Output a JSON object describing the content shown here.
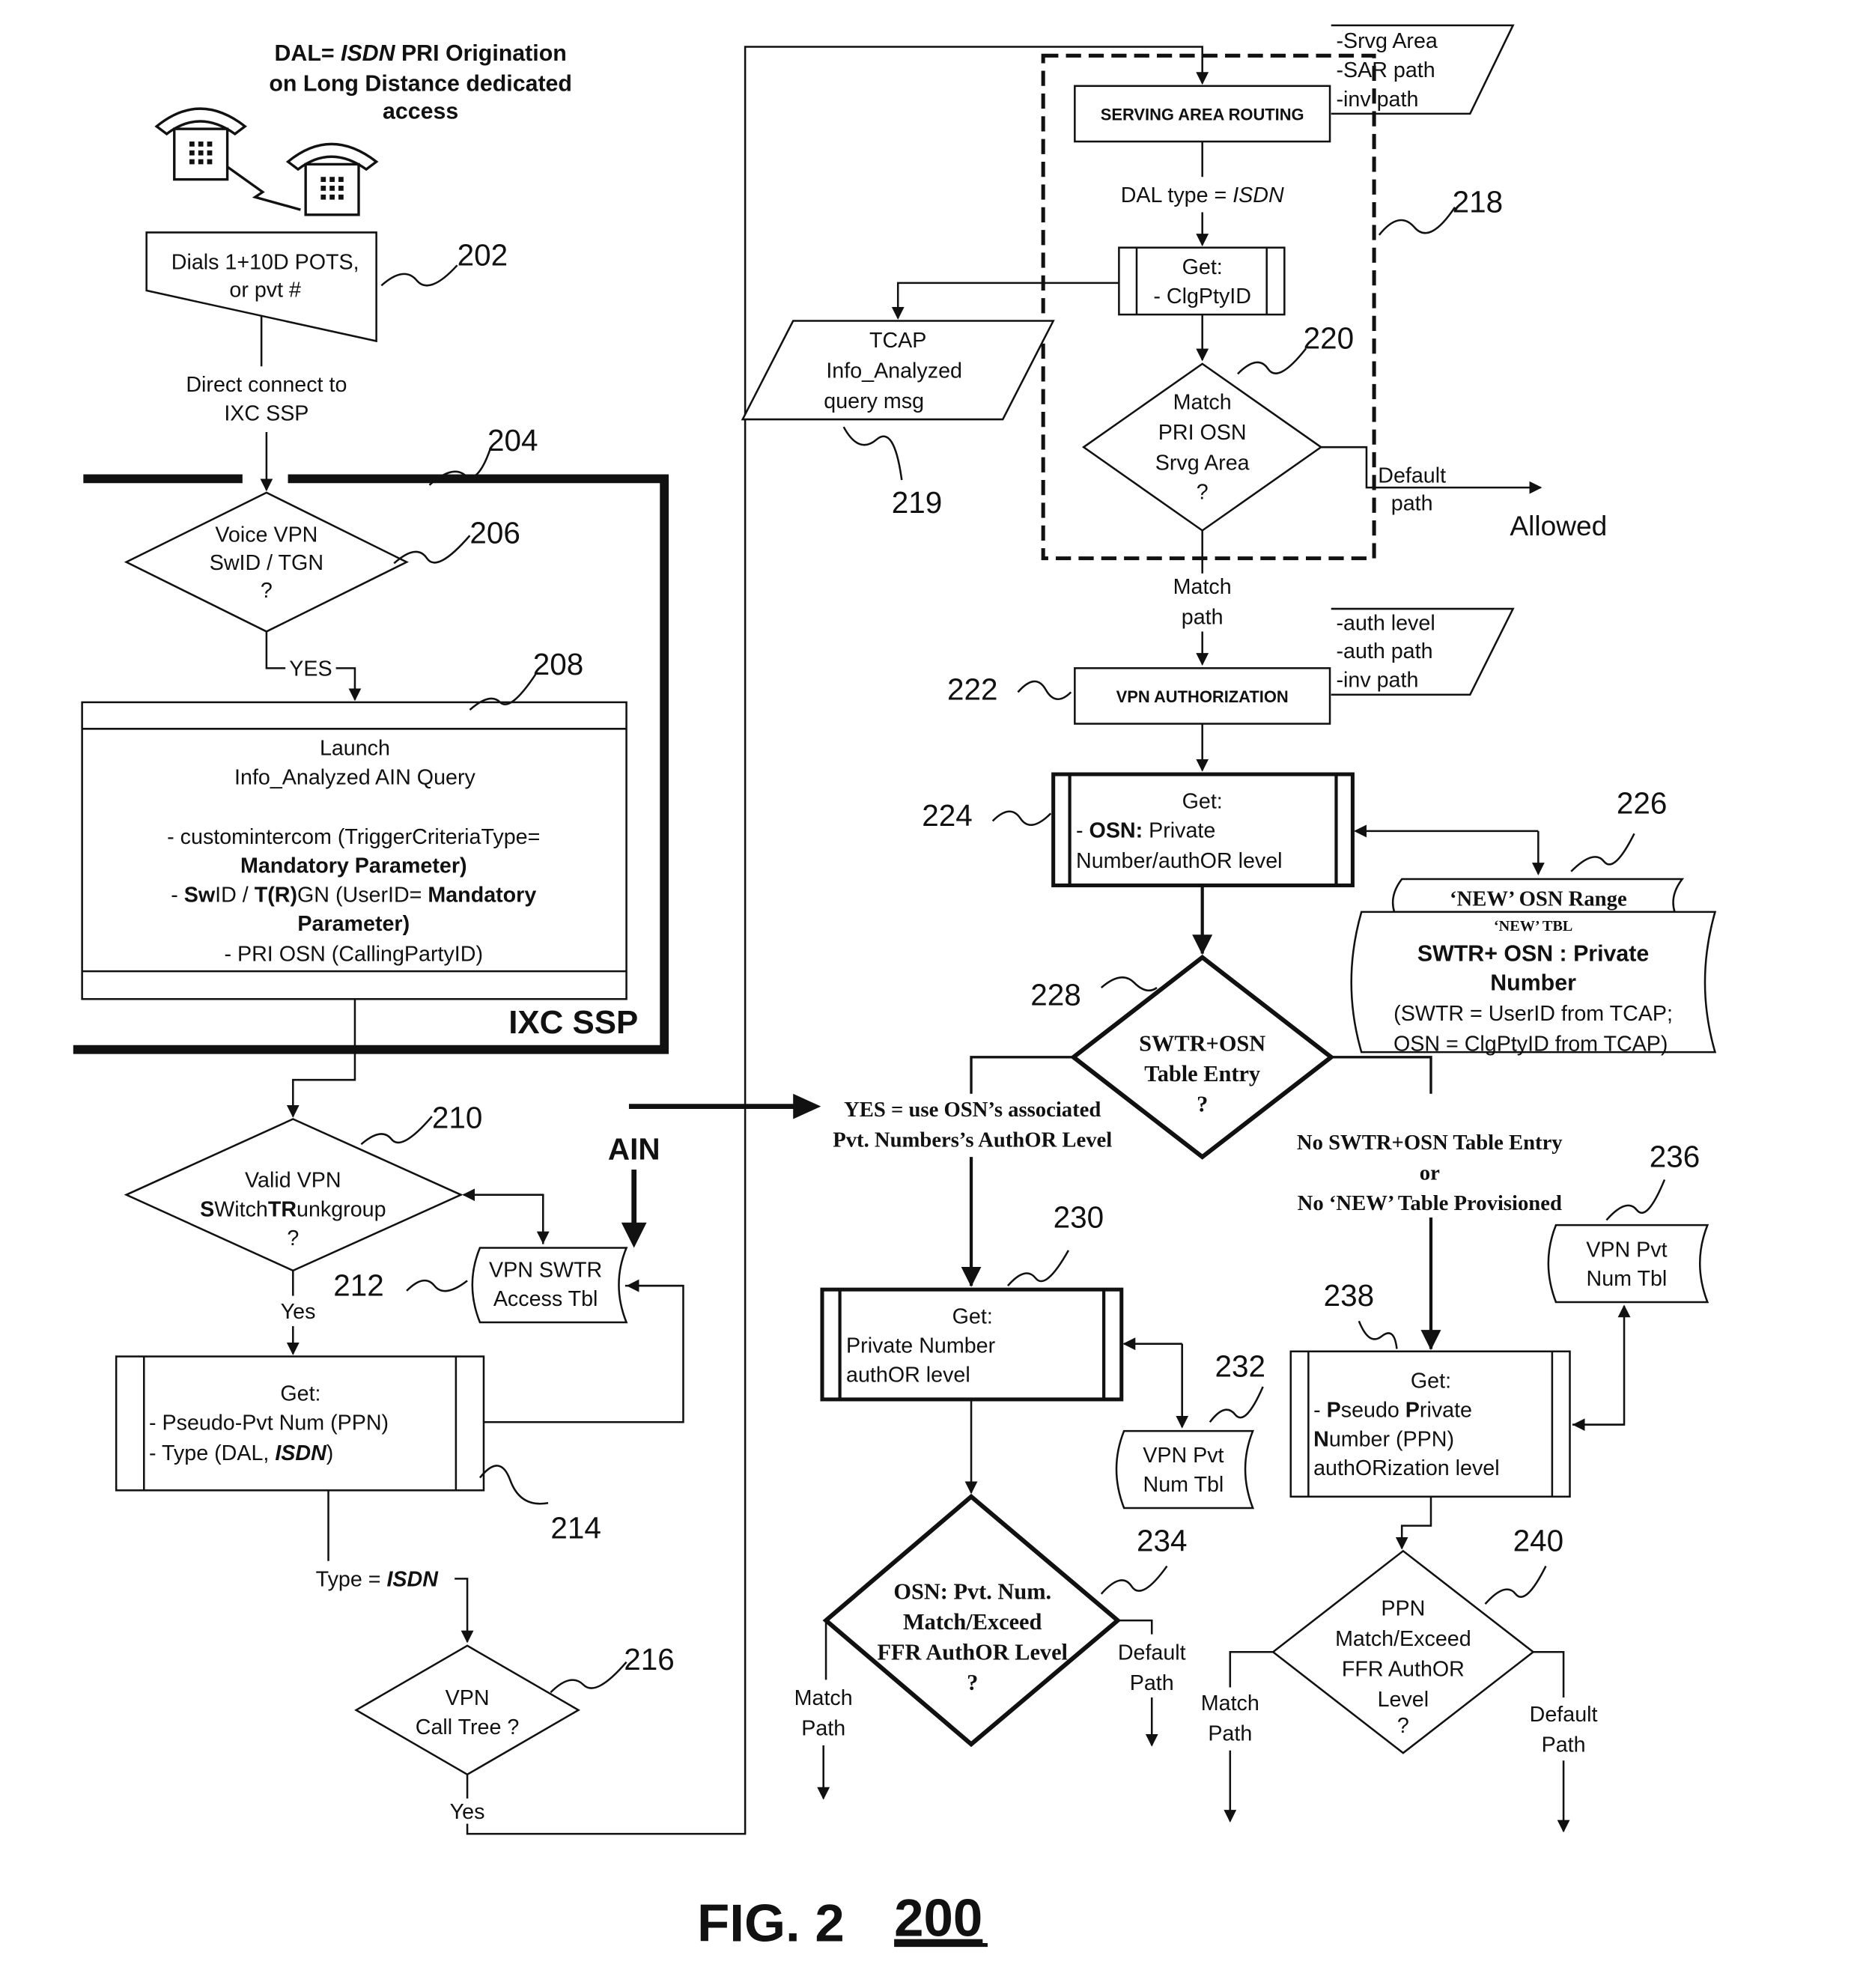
{
  "header": {
    "line1_prefix": "DAL= ",
    "line1_isdn": "ISDN",
    "line1_suffix": " PRI Origination",
    "line2": "on Long Distance dedicated",
    "line3": "access"
  },
  "ref": {
    "r202": "202",
    "r204": "204",
    "r206": "206",
    "r208": "208",
    "r210": "210",
    "r212": "212",
    "r214": "214",
    "r216": "216",
    "r218": "218",
    "r219": "219",
    "r220": "220",
    "r222": "222",
    "r224": "224",
    "r226": "226",
    "r228": "228",
    "r230": "230",
    "r232": "232",
    "r234": "234",
    "r236": "236",
    "r238": "238",
    "r240": "240"
  },
  "dial_box": {
    "line1": "Dials 1+10D POTS,",
    "line2": "or   pvt #"
  },
  "direct_connect": {
    "line1": "Direct connect to",
    "line2": "IXC SSP"
  },
  "d206": {
    "line1": "Voice VPN",
    "line2": "SwID / TGN",
    "line3": "?"
  },
  "yes_206": "YES",
  "launch_box": {
    "line1": "Launch",
    "line2": "Info_Analyzed AIN Query",
    "line3a": "- customintercom (TriggerCriteriaType=",
    "line4": "Mandatory Parameter)",
    "line5a": "- ",
    "line5b": "Sw",
    "line5c": "ID / ",
    "line5d": "T(R)",
    "line5e": "GN (UserID= ",
    "line5f": "Mandatory",
    "line6": "Parameter)",
    "line7": "- PRI OSN (CallingPartyID)"
  },
  "ixc_label": "IXC SSP",
  "d210": {
    "line1": "Valid VPN",
    "line2a": "S",
    "line2b": "Witch",
    "line2c": "TR",
    "line2d": "unkgroup",
    "line3": "?"
  },
  "yes_210": "Yes",
  "swtr_tbl": {
    "line1": "VPN SWTR",
    "line2": "Access Tbl"
  },
  "ain_label": "AIN",
  "get214": {
    "title": "Get:",
    "line1": "- Pseudo-Pvt Num (PPN)",
    "line2a": "- Type (DAL, ",
    "line2b": "ISDN",
    "line2c": ")"
  },
  "type_isdn": {
    "prefix": "Type = ",
    "isdn": "ISDN"
  },
  "d216": {
    "line1": "VPN",
    "line2": "Call Tree ?"
  },
  "yes_216": "Yes",
  "serving_area": {
    "label": "SERVING AREA ROUTING",
    "para1": "-Srvg Area",
    "para2": "-SAR path",
    "para3": "-inv path"
  },
  "dal_type": {
    "prefix": "DAL type = ",
    "isdn": "ISDN"
  },
  "get_clg": {
    "title": "Get:",
    "line1": "- ClgPtyID"
  },
  "tcap": {
    "line1": "TCAP",
    "line2": "Info_Analyzed",
    "line3": "query msg"
  },
  "d220": {
    "line1": "Match",
    "line2": "PRI OSN",
    "line3": "Srvg Area",
    "line4": "?"
  },
  "default_path_220": {
    "line1": "Default",
    "line2": "path"
  },
  "allowed": "Allowed",
  "match_path_220": {
    "line1": "Match",
    "line2": "path"
  },
  "vpn_auth": {
    "label": "VPN AUTHORIZATION",
    "para1": "-auth level",
    "para2": "-auth path",
    "para3": "-inv path"
  },
  "get224": {
    "title": "Get:",
    "line1a": "- ",
    "line1b": "OSN:",
    "line1c": " Private",
    "line2": "Number/authOR level"
  },
  "osn_range": {
    "top": "‘NEW’ OSN Range",
    "tbl": "‘NEW’ TBL",
    "line1": "SWTR+ OSN : Private",
    "line2": "Number",
    "line3": "(SWTR = UserID from TCAP;",
    "line4": "OSN = ClgPtyID from TCAP)"
  },
  "d228": {
    "line1": "SWTR+OSN",
    "line2": "Table Entry",
    "line3": "?"
  },
  "yes_228": {
    "line1": "YES = use OSN’s associated",
    "line2": "Pvt. Numbers’s AuthOR Level"
  },
  "no_228": {
    "line1": "No SWTR+OSN Table Entry",
    "line2": "or",
    "line3": "No ‘NEW’ Table Provisioned"
  },
  "get230": {
    "title": "Get:",
    "line1": "Private Number",
    "line2": "authOR level"
  },
  "pvt_tbl_232": {
    "line1": "VPN Pvt",
    "line2": "Num Tbl"
  },
  "pvt_tbl_236": {
    "line1": "VPN Pvt",
    "line2": "Num Tbl"
  },
  "get238": {
    "title": "Get:",
    "line1a": "- ",
    "line1b": "P",
    "line1c": "seudo ",
    "line1d": "P",
    "line1e": "rivate",
    "line2a": "N",
    "line2b": "umber (PPN)",
    "line3": "authORization level"
  },
  "d234": {
    "line1": "OSN: Pvt. Num.",
    "line2": "Match/Exceed",
    "line3": "FFR AuthOR Level",
    "line4": "?"
  },
  "match_234": {
    "line1": "Match",
    "line2": "Path"
  },
  "default_234": {
    "line1": "Default",
    "line2": "Path"
  },
  "d240": {
    "line1": "PPN",
    "line2": "Match/Exceed",
    "line3": "FFR AuthOR",
    "line4": "Level",
    "line5": "?"
  },
  "match_240": {
    "line1": "Match",
    "line2": "Path"
  },
  "default_240": {
    "line1": "Default",
    "line2": "Path"
  },
  "figure": {
    "label": "FIG.  2",
    "number": "200"
  }
}
